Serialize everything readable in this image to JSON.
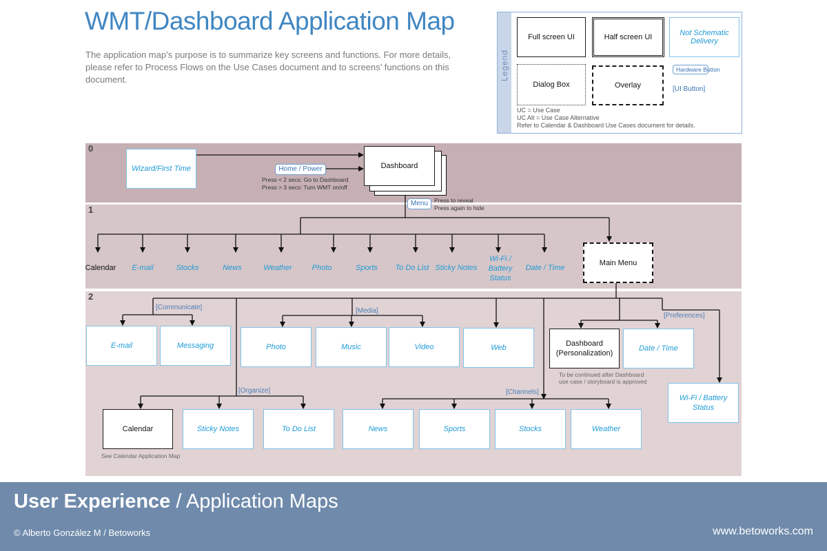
{
  "header": {
    "title": "WMT/Dashboard Application Map",
    "description": "The application map’s purpose is to summarize key screens and functions. For more details, please refer to Process Flows on the Use Cases document and to screens’ functions on this document."
  },
  "legend": {
    "label": "Legend",
    "full_screen": "Full screen UI",
    "half_screen": "Half screen UI",
    "not_schematic": "Not Schematic Delivery",
    "dialog_box": "Dialog Box",
    "overlay": "Overlay",
    "hardware_button": "Hardware Button",
    "ui_button": "[UI Button]",
    "notes": [
      "UC = Use Case",
      "UC Alt = Use Case Alternative",
      "Refer to Calendar & Dashboard Use Cases document for details."
    ]
  },
  "levels": [
    "0",
    "1",
    "2"
  ],
  "level0": {
    "wizard": "Wizard/First Time",
    "dashboard": "Dashboard",
    "home_button": "Home / Power",
    "home_notes": [
      "Press < 2 secs: Go to Dashboard",
      "Press > 3 secs: Turn WMT on/off"
    ],
    "menu_button": "Menu",
    "menu_notes": [
      "Press to reveal",
      "Press again to hide"
    ]
  },
  "level1": {
    "items": [
      {
        "label": "Calendar",
        "style": "plain"
      },
      {
        "label": "E-mail",
        "style": "italic"
      },
      {
        "label": "Stocks",
        "style": "italic"
      },
      {
        "label": "News",
        "style": "italic"
      },
      {
        "label": "Weather",
        "style": "italic"
      },
      {
        "label": "Photo",
        "style": "italic"
      },
      {
        "label": "Sports",
        "style": "italic"
      },
      {
        "label": "To Do List",
        "style": "italic"
      },
      {
        "label": "Sticky Notes",
        "style": "italic"
      },
      {
        "label": "Wi-Fi / Battery Status",
        "style": "italic"
      },
      {
        "label": "Date / Time",
        "style": "italic"
      }
    ],
    "main_menu": "Main Menu"
  },
  "level2": {
    "groups": {
      "communicate": "[Communicate]",
      "media": "[Media]",
      "preferences": "[Preferences]",
      "organize": "[Organize]",
      "channels": "[Channels]"
    },
    "email": "E-mail",
    "messaging": "Messaging",
    "photo": "Photo",
    "music": "Music",
    "video": "Video",
    "web": "Web",
    "dashboard_personalization": "Dashboard (Personalization)",
    "dashboard_note": [
      "To be continued after Dashboard",
      "use case / storyboard is approved"
    ],
    "date_time": "Date / Time",
    "wifi_battery": "Wi-Fi / Battery Status",
    "calendar": "Calendar",
    "calendar_note": "See Calendar Application Map",
    "sticky_notes": "Sticky Notes",
    "todo_list": "To Do List",
    "news": "News",
    "sports": "Sports",
    "stocks": "Stocks",
    "weather": "Weather"
  },
  "footer": {
    "title_bold": "User Experience",
    "title_rest": " / Application Maps",
    "copyright": "© Alberto González M / Betoworks",
    "website": "www.betoworks.com"
  },
  "colors": {
    "title_blue": "#3f86c2",
    "level0_band": "#c6b0b3",
    "level1_band": "#d7c6c8",
    "level2_band": "#e1d2d4",
    "non_schematic_blue": "#1f9bd7",
    "footer_bg": "#6f8aab"
  }
}
